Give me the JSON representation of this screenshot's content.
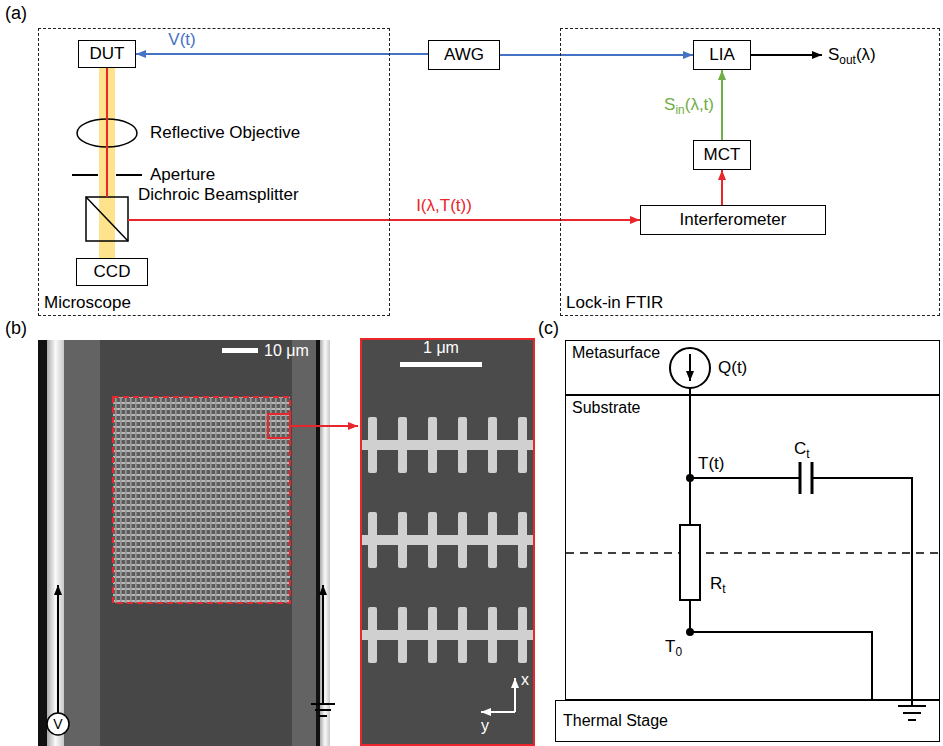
{
  "diagram": {
    "nodes": [
      {
        "text": [
          "Microscope"
        ]
      },
      {
        "text": [
          "DUT"
        ],
        "in": 0
      },
      {
        "text": [
          "Dichroic Beamsplitter"
        ],
        "in": 0
      },
      {
        "text": [
          "CCD"
        ],
        "in": 0
      },
      {
        "text": [
          "AWG"
        ]
      },
      {
        "text": [
          "Lock-in FTIR"
        ]
      },
      {
        "text": [
          "LIA"
        ],
        "in": 5
      },
      {
        "text": [
          "MCT"
        ],
        "in": 5
      },
      {
        "text": [
          "Interferometer"
        ],
        "in": 5
      },
      {
        "text": [
          "Metasurface"
        ]
      },
      {
        "text": [
          "Substrate"
        ]
      },
      {
        "text": [
          "Thermal Stage"
        ]
      }
    ],
    "edges": [
      {
        "from": 4,
        "to": 1,
        "arrow": "to",
        "label": "V(t)"
      },
      {
        "from": 4,
        "to": 6,
        "arrow": "to"
      },
      {
        "from": 1,
        "to": 2,
        "arrow": "none"
      },
      {
        "from": 2,
        "to": 8,
        "arrow": "to",
        "label": "I(λ,T(t))"
      },
      {
        "from": 8,
        "to": 7,
        "arrow": "to"
      },
      {
        "from": 7,
        "to": 6,
        "arrow": "to",
        "label": "Sin(λ,t)"
      }
    ],
    "labels": [
      "(a)",
      "Reflective Objective",
      "Aperture",
      "Sout(λ)",
      "(b)",
      "10 μm",
      "1 μm",
      "x",
      "y",
      "V",
      "(c)",
      "Q(t)",
      "T(t)",
      "Ct",
      "Rt",
      "T0"
    ]
  }
}
